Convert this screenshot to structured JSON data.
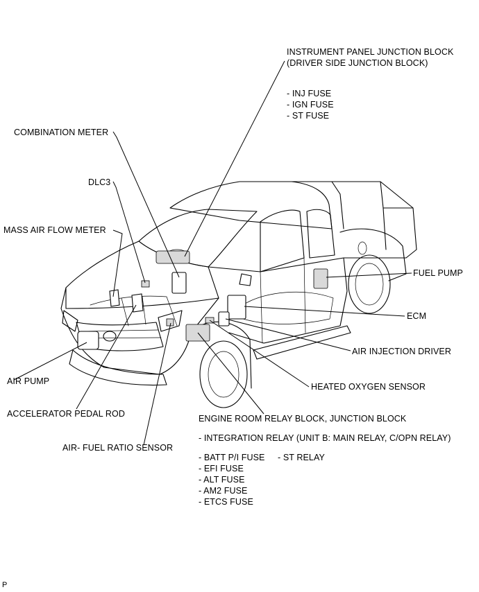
{
  "labels": {
    "instrument_panel_jb": "INSTRUMENT PANEL JUNCTION BLOCK",
    "instrument_panel_jb_sub": "(DRIVER SIDE JUNCTION BLOCK)",
    "inj_fuse": "- INJ FUSE",
    "ign_fuse": "- IGN FUSE",
    "st_fuse": "- ST FUSE",
    "combination_meter": "COMBINATION METER",
    "dlc3": "DLC3",
    "mass_air_flow_meter": "MASS AIR FLOW METER",
    "fuel_pump": "FUEL PUMP",
    "ecm": "ECM",
    "air_injection_driver": "AIR INJECTION DRIVER",
    "heated_oxygen_sensor": "HEATED OXYGEN SENSOR",
    "air_pump": "AIR PUMP",
    "accelerator_pedal_rod": "ACCELERATOR PEDAL ROD",
    "engine_room_relay_block": "ENGINE ROOM RELAY BLOCK, JUNCTION BLOCK",
    "integration_relay": "- INTEGRATION RELAY (UNIT B: MAIN RELAY, C/OPN RELAY)",
    "air_fuel_ratio_sensor": "AIR- FUEL RATIO SENSOR",
    "batt_pi_fuse": "- BATT P/I FUSE",
    "st_relay": "- ST RELAY",
    "efi_fuse": "- EFI FUSE",
    "alt_fuse": "- ALT FUSE",
    "am2_fuse": "- AM2 FUSE",
    "etcs_fuse": "- ETCS FUSE",
    "corner_mark": "P"
  }
}
